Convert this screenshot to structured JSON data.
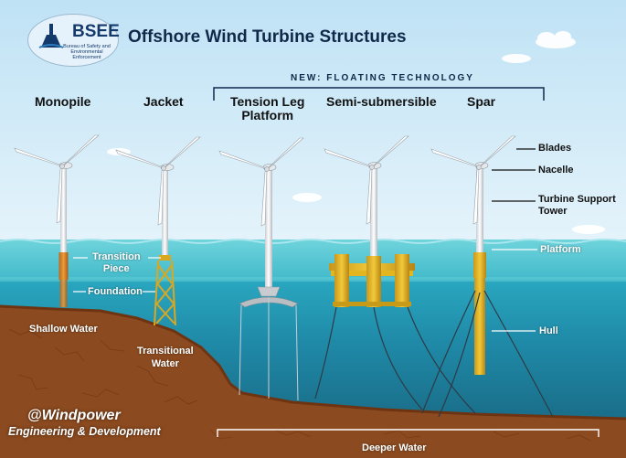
{
  "header": {
    "title": "Offshore Wind Turbine Structures",
    "logo_text": "BSEE",
    "logo_subtext": "Bureau of Safety and Environmental Enforcement"
  },
  "floating_bracket_label": "NEW: FLOATING TECHNOLOGY",
  "turbine_types": [
    {
      "id": "monopile",
      "label": "Monopile"
    },
    {
      "id": "jacket",
      "label": "Jacket"
    },
    {
      "id": "tension-leg",
      "label": "Tension Leg\nPlatform"
    },
    {
      "id": "semi-sub",
      "label": "Semi-submersible"
    },
    {
      "id": "spar",
      "label": "Spar"
    }
  ],
  "component_labels": {
    "blades": "Blades",
    "nacelle": "Nacelle",
    "tower": "Turbine Support\nTower",
    "platform": "Platform",
    "hull": "Hull",
    "transition_piece": "Transition\nPiece",
    "foundation": "Foundation"
  },
  "water_depth_labels": {
    "shallow": "Shallow Water",
    "transitional": "Transitional\nWater",
    "deeper": "Deeper Water"
  },
  "credit": {
    "line1": "@Windpower",
    "line2": "Engineering & Development"
  },
  "colors": {
    "sky": "#cfe8f7",
    "sea_surface": "#4fc4cf",
    "deep_sea": "#1b6f8a",
    "seabed": "#8b4a1f",
    "foundation_yellow": "#e3b51f",
    "foundation_orange": "#d98b2a",
    "title_navy": "#10294a"
  }
}
